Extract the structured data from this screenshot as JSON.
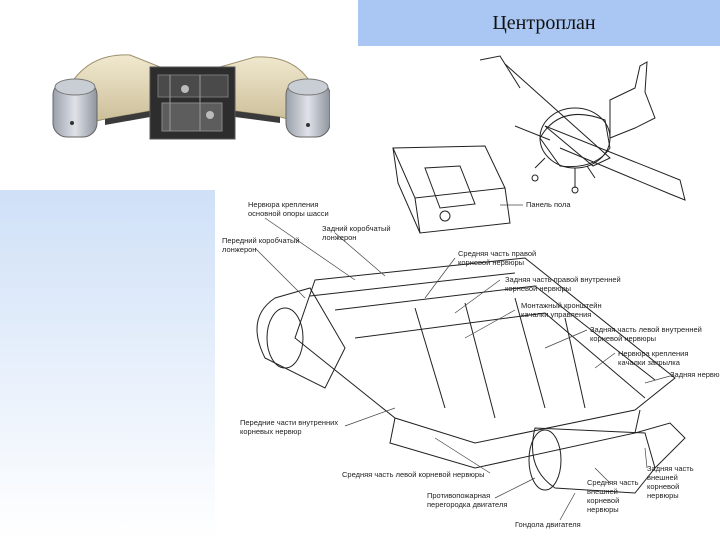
{
  "title": "Центроплан",
  "labels": {
    "main_gear_rib": "Нервюра крепления\nосновной опоры шасси",
    "rear_box_spar": "Задний коробчатый\nлонжерон",
    "front_box_spar": "Передний коробчатый\nлонжерон",
    "floor_panel": "Панель пола",
    "mid_right_root_rib": "Средняя часть правой\nкорневой нервюры",
    "rear_right_inner_root_rib": "Задняя часть правой внутренней\nкорневой нервюры",
    "control_yoke_bracket": "Монтажный кронштейн\nкачалки управления",
    "rear_left_inner_root_rib": "Задняя часть левой внутренней\nкорневой нервюры",
    "flap_yoke_rib": "Нервюра крепления\nкачалки закрылка",
    "rear_rib": "Задняя нервюра",
    "front_inner_root_ribs": "Передние части внутренних\nкорневых нервюр",
    "mid_left_root_rib": "Средняя часть левой корневой нервюры",
    "rear_outer_root_rib": "Задняя часть\nвнешней\nкорневой\nнервюры",
    "mid_outer_root_rib": "Средняя часть\nвнешней\nкорневой\nнервюры",
    "engine_mount_web": "Противопожарная\nперегородка двигателя",
    "engine_nacelle": "Гондола двигателя"
  }
}
